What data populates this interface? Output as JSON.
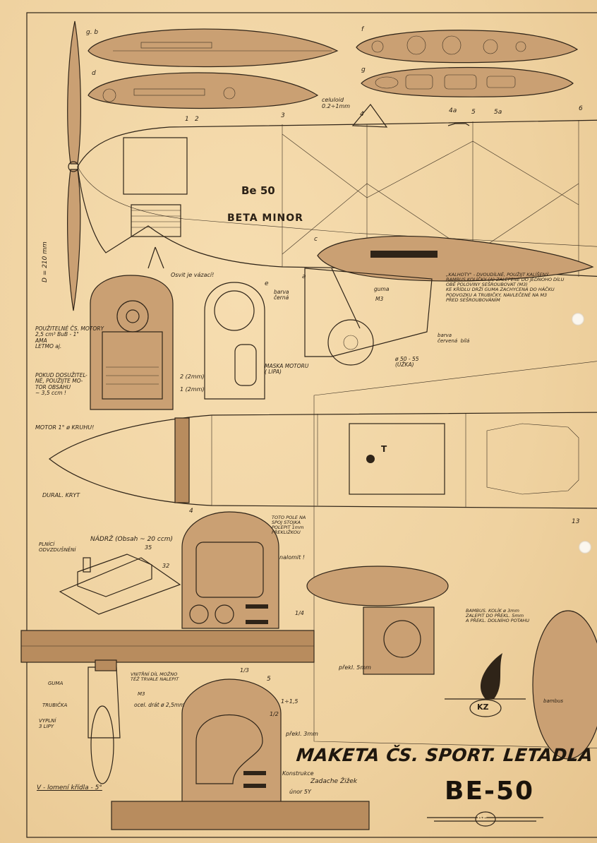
{
  "sheet": {
    "title": "MAKETA ČS. SPORT. LETADLA",
    "model_name": "BE-50",
    "badge_letters": "BE",
    "logo_letters": "KZ",
    "fuselage_lettering": [
      "Be 50",
      "BETA MINOR"
    ],
    "designer": {
      "line1": "Konstrukce",
      "line2": "Zadache Žižek",
      "line3": "únor 5Y"
    }
  },
  "section_labels": {
    "top_left_a": "g. b",
    "top_left_b": "d",
    "top_right_a": "f",
    "top_right_b": "g",
    "stations": [
      "1",
      "2",
      "3",
      "4",
      "4a",
      "5",
      "5a",
      "6"
    ],
    "sta_a": "a",
    "sta_c": "c",
    "sta_e": "e",
    "sta_13": "13",
    "sta_4": "4",
    "sta_5": "5",
    "sta_T": "T"
  },
  "notes": {
    "celuloid": "celuloid 0.2÷1mm",
    "propeller": "D = 210 mm",
    "nose_cone": "Osvit je vázací!",
    "engine_usable": "POUŽITELNÉ ČS. MOTORY\n2,5 cm³ BuB - 1\" \nAMA\nLETMO aj.",
    "engine_other": "POKUD DOSUŽITEL-\nNÉ, POUŽIJTE MO-\nTOR OBSAHU\n~ 3,5 ccm !",
    "engine_2": "2 (2mm)",
    "engine_1": "1 (2mm)",
    "color_black": "barva černá",
    "engine_mask": "MASKA MOTORU\n( LIPA)",
    "kalhoty": "„KALHOTY\" - DVOUDÍLNÉ, POUŽIJT KALÍŠENÝ\nBAMBUS KOLÍČKY (A) ZALEPENÉ DO JEDNOHO DÍLU\nOBĚ POLOVINY SEŠROUBOVAT (M3)\nKE KŘÍDLU DRŽÍ GUMA ZACHYCENÁ DO HÁČKU\nPODVOZKU A TRUBIČKY, NAVLEČENÉ NA M3\nPŘED SEŠROUBOVÁNÍM",
    "guma": "guma",
    "m3": "M3",
    "wheel": "ø 50 - 55\n(ÚŽKA)",
    "barva_spodni": "barva\nčervená  bílá",
    "motor_kruh": "MOTOR 1° ø KRUHU!",
    "dural_kryt": "DURAL. KRYT",
    "nadrz": "NÁDRŽ  (Obsah ~ 20 ccm)",
    "plnici": "PLNÍCÍ\nODVZDUŠNĚNÍ",
    "dim_35": "35",
    "dim_32": "32",
    "toto_pole": "TOTO POLE NA\nSPOJ STOJKA\nPOLEPIT 1mm\nPŘEKLIŽKOU",
    "nalomit": "nalomit !",
    "bambus": "BAMBUS. KOLÍK ø 3mm\nZALEPIT DO PŘEKL. 5mm\nA PŘEKL. DOLNÍHO POTAHU",
    "prekl5": "překl. 5mm",
    "prekl3": "překl. 3mm",
    "vnitrni": "VNITŘNÍ DÍL MOŽNO\nTÉŽ TRVALE NALEPIT",
    "guma_left": "GUMA",
    "trubicka": "TRUBIČKA",
    "m3_left": "M3",
    "ocel": "ocel. drát ø 2,5mm",
    "vyplni": "VYPLNÍ\n3 LIPY",
    "v_lomeni": "V - lomení křídla - 5°",
    "bambus_right": "bambus",
    "dim_14": "1/4",
    "dim_13": "1/3",
    "dim_12": "1/2",
    "dim_15": "1÷1,5"
  },
  "colors": {
    "paper": "#efd2a0",
    "ink": "#2f2418",
    "wood": "#caa073",
    "wood_dark": "#b88c5e"
  }
}
